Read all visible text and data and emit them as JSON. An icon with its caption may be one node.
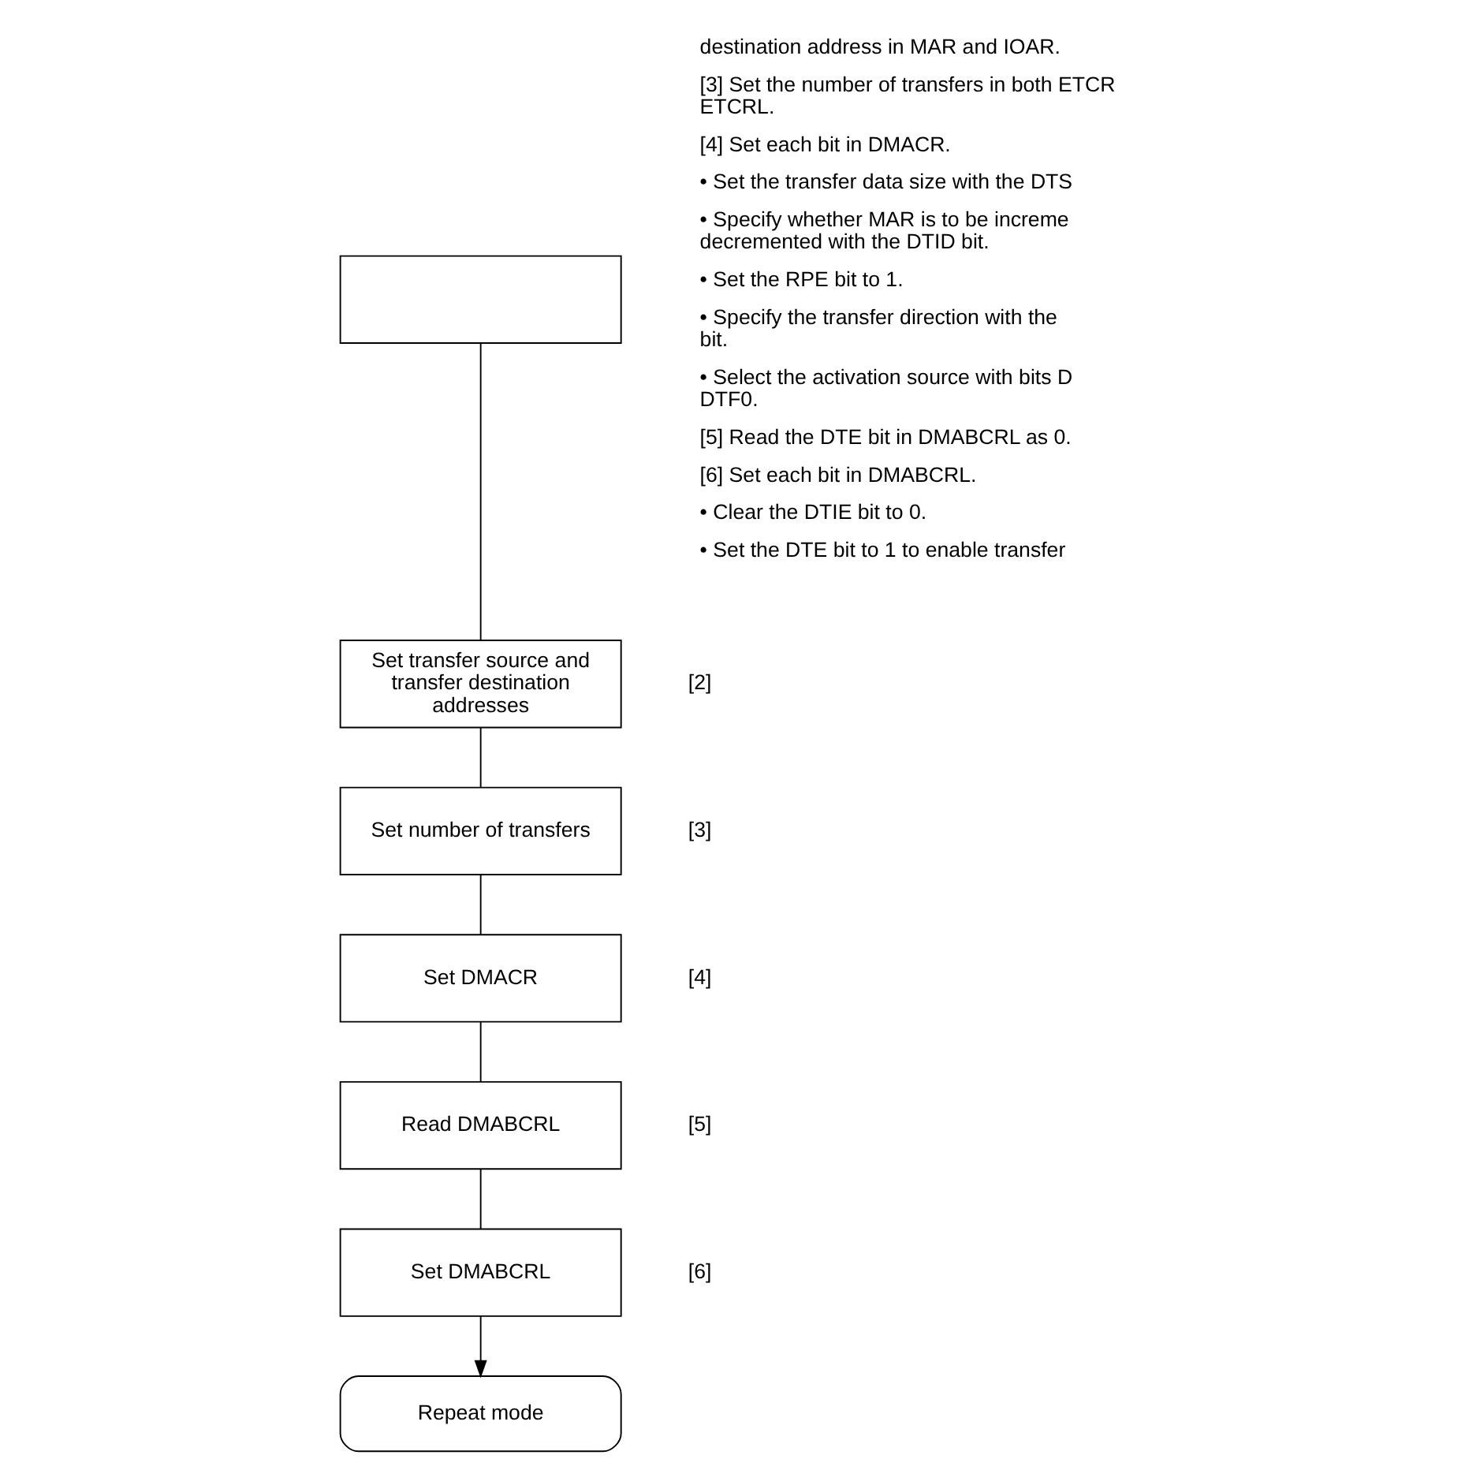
{
  "diagram": {
    "nodes": [
      {
        "text": [],
        "shape": "box"
      },
      {
        "text": [
          "Set transfer source and transfer destination addresses"
        ],
        "beside": [
          "[2]"
        ]
      },
      {
        "text": [
          "Set number of transfers"
        ],
        "beside": [
          "[3]"
        ]
      },
      {
        "text": [
          "Set DMACR"
        ],
        "beside": [
          "[4]"
        ]
      },
      {
        "text": [
          "Read DMABCRL"
        ],
        "beside": [
          "[5]"
        ]
      },
      {
        "text": [
          "Set DMABCRL"
        ],
        "beside": [
          "[6]"
        ]
      },
      {
        "text": [
          "Repeat mode"
        ]
      }
    ],
    "edges": [
      {
        "from": 0,
        "to": 1,
        "arrow": "none"
      },
      {
        "from": 1,
        "to": 2,
        "arrow": "none"
      },
      {
        "from": 2,
        "to": 3,
        "arrow": "none"
      },
      {
        "from": 3,
        "to": 4,
        "arrow": "none"
      },
      {
        "from": 4,
        "to": 5,
        "arrow": "none"
      },
      {
        "from": 5,
        "to": 6,
        "arrow": "to"
      }
    ],
    "labels": [
      "destination address in MAR and IOAR.",
      "[3] Set the number of transfers in both ETCR ETCRL.",
      "[4] Set each bit in DMACR.",
      "• Set the transfer data size with the DTS",
      "• Specify whether MAR is to be increme decremented with the DTID bit.",
      "• Set the RPE bit to 1.",
      "• Specify the transfer direction with the bit.",
      "• Select the activation source with bits D DTF0.",
      "[5] Read the DTE bit in DMABCRL as 0.",
      "[6] Set each bit in DMABCRL.",
      "• Clear the DTIE bit to 0.",
      "• Set the DTE bit to 1 to enable transfer"
    ]
  }
}
